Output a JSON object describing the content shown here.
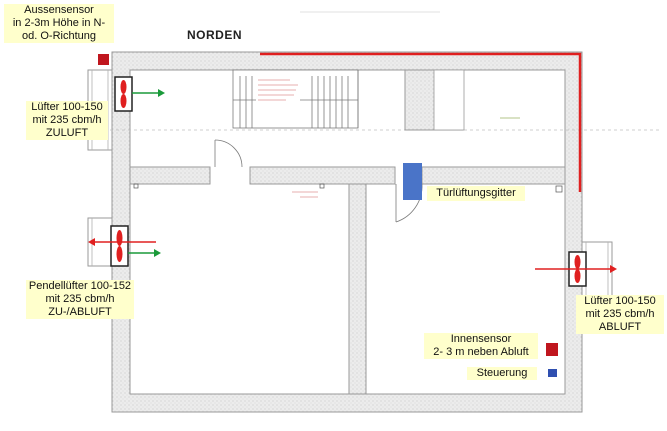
{
  "heading": "NORDEN",
  "labels": {
    "outdoor_sensor": "Aussensensor\nin 2-3m Höhe in N-\nod. O-Richtung",
    "fan_supply": "Lüfter 100-150\nmit 235 cbm/h\nZULUFT",
    "door_grille": "Türlüftungsgitter",
    "pendulum_fan": "Pendellüfter 100-152\nmit 235 cbm/h\nZU-/ABLUFT",
    "fan_exhaust": "Lüfter 100-150\nmit 235 cbm/h\nABLUFT",
    "indoor_sensor": "Innensensor\n2- 3 m neben Abluft",
    "control": "Steuerung"
  },
  "colors": {
    "wall_red": "#e02020",
    "sensor_red": "#c0161e",
    "control_blue": "#2f4fb0",
    "grille_blue": "#4a74c8",
    "arrow_green": "#1a9a3a",
    "arrow_red": "#e02020",
    "label_bg": "#ffffcc",
    "wall_fill": "#e8e8e8"
  }
}
